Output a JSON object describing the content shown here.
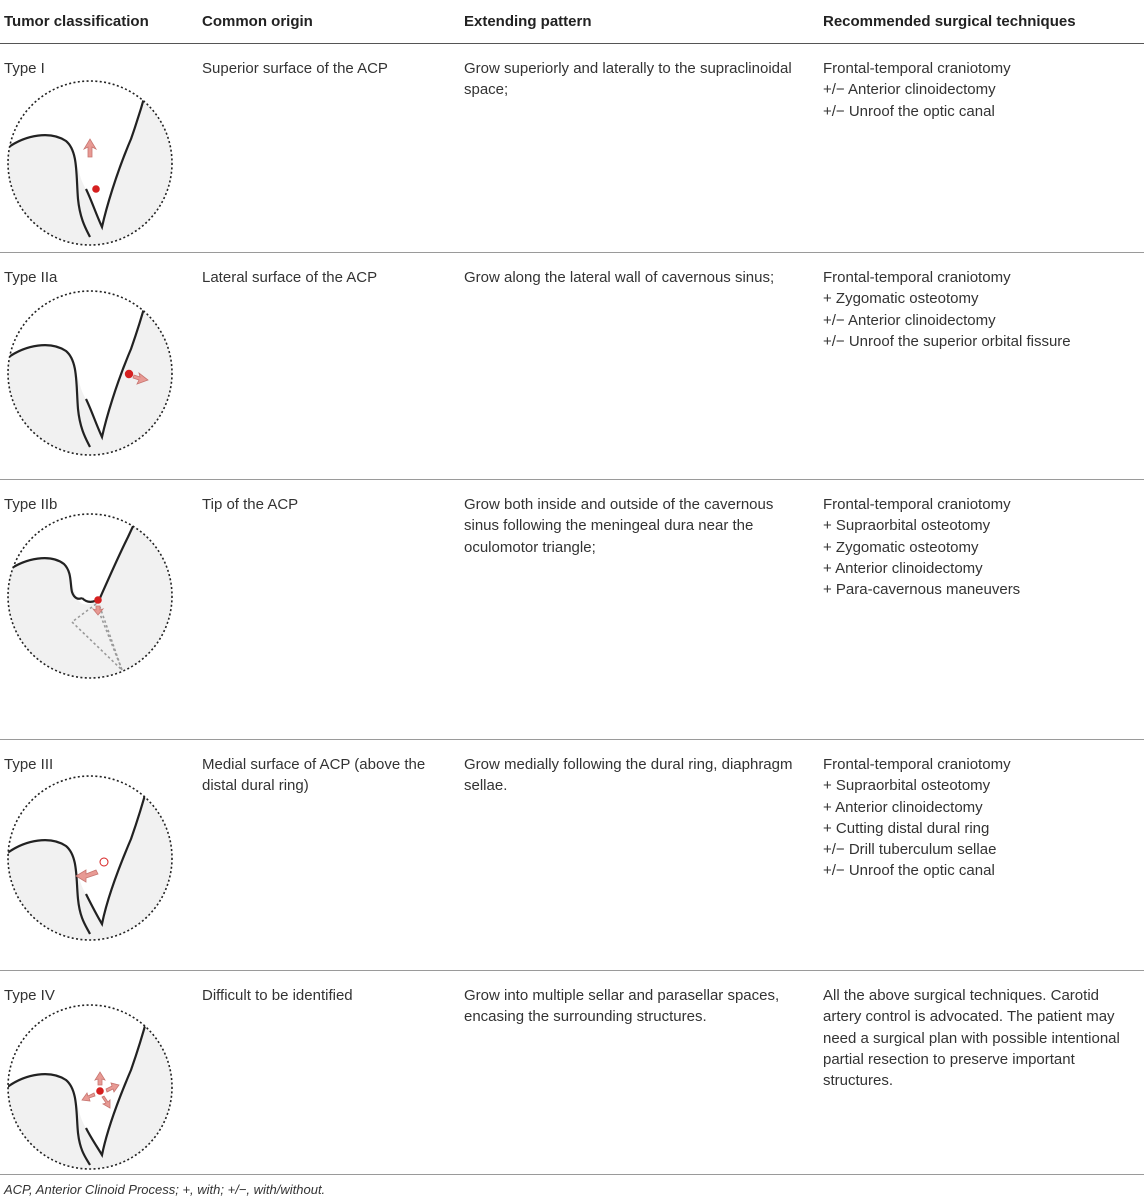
{
  "header": {
    "col1": "Tumor classification",
    "col2": "Common origin",
    "col3": "Extending pattern",
    "col4": "Recommended surgical techniques"
  },
  "rows": [
    {
      "type": "Type I",
      "origin": "Superior surface of the ACP",
      "pattern": "Grow superiorly and laterally to the supraclinoidal space;",
      "techniques": [
        "Frontal-temporal craniotomy",
        "+/− Anterior clinoidectomy",
        "+/− Unroof the optic canal"
      ]
    },
    {
      "type": "Type IIa",
      "origin": "Lateral surface of the ACP",
      "pattern": "Grow along the lateral wall of cavernous sinus;",
      "techniques": [
        "Frontal-temporal craniotomy",
        "+ Zygomatic osteotomy",
        "+/− Anterior clinoidectomy",
        "+/− Unroof the superior orbital fissure"
      ]
    },
    {
      "type": "Type IIb",
      "origin": "Tip of the ACP",
      "pattern": "Grow both inside and outside of the cavernous sinus following the meningeal dura near the oculomotor triangle;",
      "techniques": [
        "Frontal-temporal craniotomy",
        "+ Supraorbital osteotomy",
        "+ Zygomatic osteotomy",
        "+ Anterior clinoidectomy",
        "+ Para-cavernous maneuvers"
      ]
    },
    {
      "type": "Type III",
      "origin": "Medial surface of ACP (above the distal dural ring)",
      "pattern": "Grow medially following the dural ring, diaphragm sellae.",
      "techniques": [
        "Frontal-temporal craniotomy",
        "+ Supraorbital osteotomy",
        "+ Anterior clinoidectomy",
        "+ Cutting distal dural ring",
        "+/− Drill tuberculum sellae",
        "+/− Unroof the optic canal"
      ]
    },
    {
      "type": "Type IV",
      "origin": "Difficult to be identified",
      "pattern": "Grow into multiple sellar and parasellar spaces, encasing the surrounding structures.",
      "techniques": [
        "All the above surgical techniques. Carotid artery control is advocated. The patient may need a surgical plan with possible intentional partial resection to preserve important structures."
      ]
    }
  ],
  "footnote": "ACP, Anterior Clinoid Process; +, with; +/−, with/without.",
  "colors": {
    "tumor_dot": "#d62020",
    "arrow": "#e89a94",
    "outline": "#222222",
    "circle": "#222222"
  },
  "icons": [
    "acp-diagram-type-i",
    "acp-diagram-type-iia",
    "acp-diagram-type-iib",
    "acp-diagram-type-iii",
    "acp-diagram-type-iv"
  ]
}
